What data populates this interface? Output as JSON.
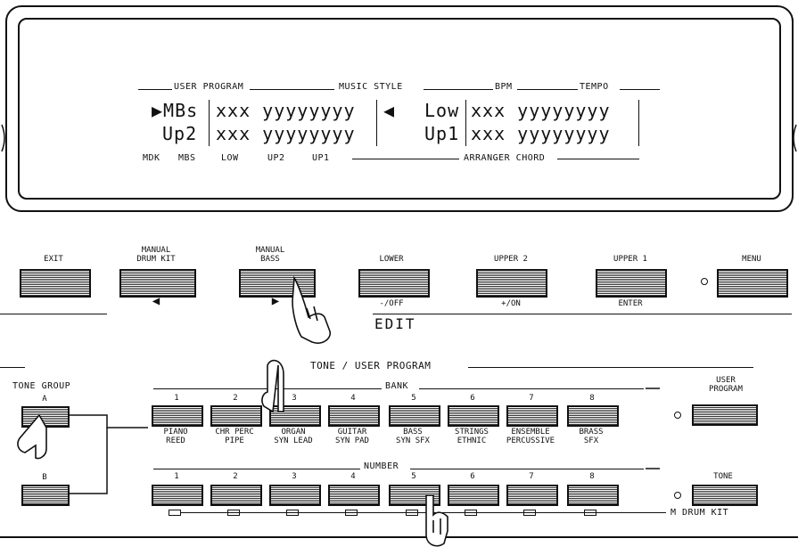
{
  "display": {
    "header": {
      "user_program": "USER PROGRAM",
      "music_style": "MUSIC STYLE",
      "bpm": "BPM",
      "tempo": "TEMPO"
    },
    "row1": {
      "left": "▶MBs",
      "prog": "xxx yyyyyyyy",
      "arrow": "◀",
      "right": "Low",
      "prog2": "xxx yyyyyyyy"
    },
    "row2": {
      "left": "Up2",
      "prog": "xxx yyyyyyyy",
      "right": "Up1",
      "prog2": "xxx yyyyyyyy"
    },
    "footer": {
      "mdk": "MDK",
      "mbs": "MBs",
      "low": "LOW",
      "up2": "UP2",
      "up1": "UP1",
      "arranger_chord": "ARRANGER CHORD"
    }
  },
  "top_buttons": [
    {
      "label": "EXIT",
      "below": ""
    },
    {
      "label": "MANUAL\nDRUM KIT",
      "below": "◀"
    },
    {
      "label": "MANUAL\nBASS",
      "below": "▶"
    },
    {
      "label": "LOWER",
      "below": "-/OFF"
    },
    {
      "label": "UPPER 2",
      "below": "+/ON"
    },
    {
      "label": "UPPER 1",
      "below": "ENTER"
    },
    {
      "label": "MENU",
      "below": ""
    }
  ],
  "edit_label": "EDIT",
  "tone_user_program": "TONE / USER PROGRAM",
  "tone_group": {
    "label": "TONE GROUP",
    "a": "A",
    "b": "B"
  },
  "bank": {
    "label": "BANK",
    "buttons": [
      {
        "num": "1",
        "line1": "PIANO",
        "line2": "REED"
      },
      {
        "num": "2",
        "line1": "CHR PERC",
        "line2": "PIPE"
      },
      {
        "num": "3",
        "line1": "ORGAN",
        "line2": "SYN LEAD"
      },
      {
        "num": "4",
        "line1": "GUITAR",
        "line2": "SYN PAD"
      },
      {
        "num": "5",
        "line1": "BASS",
        "line2": "SYN SFX"
      },
      {
        "num": "6",
        "line1": "STRINGS",
        "line2": "ETHNIC"
      },
      {
        "num": "7",
        "line1": "ENSEMBLE",
        "line2": "PERCUSSIVE"
      },
      {
        "num": "8",
        "line1": "BRASS",
        "line2": "SFX"
      }
    ]
  },
  "number": {
    "label": "NUMBER",
    "buttons": [
      "1",
      "2",
      "3",
      "4",
      "5",
      "6",
      "7",
      "8"
    ]
  },
  "user_program_btn": "USER\nPROGRAM",
  "tone_btn": "TONE",
  "m_drum_kit": "M DRUM KIT"
}
